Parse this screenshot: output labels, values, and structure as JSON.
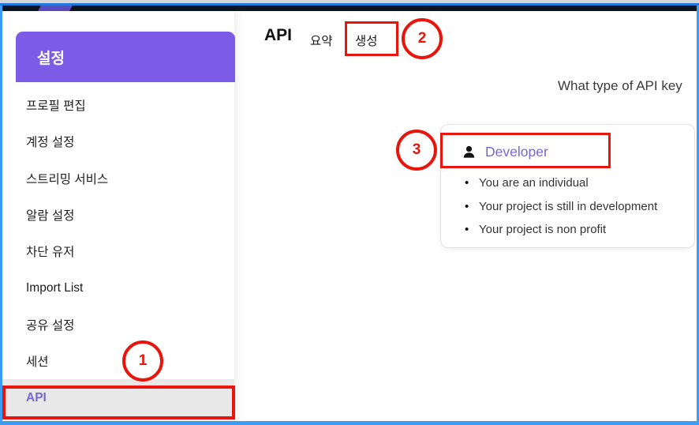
{
  "frame": {
    "top_strip_gray": "#d6d6d6",
    "top_line_blue": "#2478dd",
    "top_bar_dark": "#0b1622",
    "top_bar_purple": "#5b4cc0",
    "border_blue": "#3d9df5"
  },
  "colors": {
    "accent_purple": "#7c5ce6",
    "text_purple": "#7766d4",
    "annotation_red": "#e8150d",
    "active_item_bg": "#e9e8e8"
  },
  "sidebar": {
    "header": {
      "label": "설정"
    },
    "items": [
      {
        "label": "프로필 편집",
        "active": false
      },
      {
        "label": "계정 설정",
        "active": false
      },
      {
        "label": "스트리밍 서비스",
        "active": false
      },
      {
        "label": "알람 설정",
        "active": false
      },
      {
        "label": "차단 유저",
        "active": false
      },
      {
        "label": "Import List",
        "active": false
      },
      {
        "label": "공유 설정",
        "active": false
      },
      {
        "label": "세션",
        "active": false
      },
      {
        "label": "API",
        "active": true
      }
    ]
  },
  "main": {
    "title": "API",
    "tabs": [
      {
        "label": "요약"
      },
      {
        "label": "생성"
      }
    ],
    "question": "What type of API key",
    "developer_card": {
      "icon": "person-icon",
      "title": "Developer",
      "bullets": [
        "You are an individual",
        "Your project is still in development",
        "Your project is non profit"
      ]
    }
  },
  "annotations": {
    "color": "#e8150d",
    "steps": [
      {
        "number": "1",
        "target": "sidebar-item-api"
      },
      {
        "number": "2",
        "target": "tab-generate"
      },
      {
        "number": "3",
        "target": "developer-button"
      }
    ]
  }
}
